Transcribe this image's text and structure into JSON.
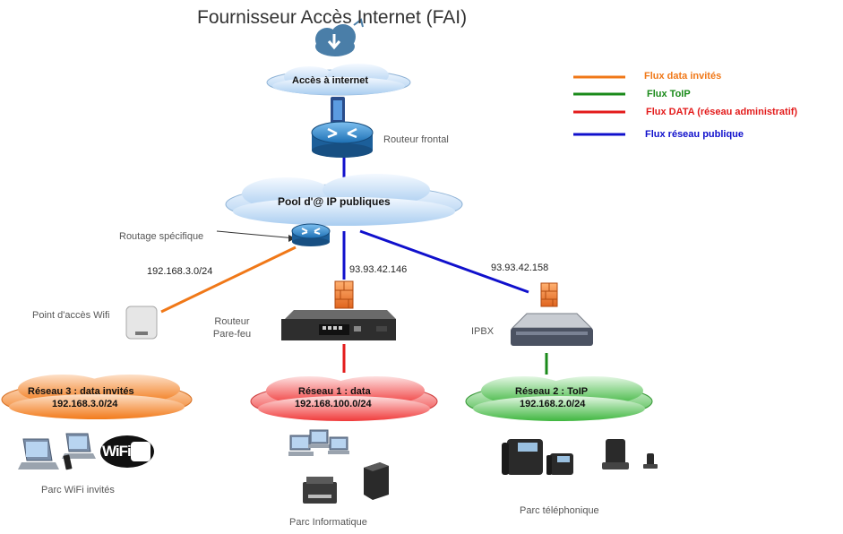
{
  "title": "Fournisseur Accès Internet (FAI)",
  "clouds": {
    "internet": "Accès à internet",
    "pool": "Pool d'@ IP publiques",
    "reseau3_line1": "Réseau 3 : data invités",
    "reseau3_line2": "192.168.3.0/24",
    "reseau1_line1": "Réseau 1 : data",
    "reseau1_line2": "192.168.100.0/24",
    "reseau2_line1": "Réseau 2 : ToIP",
    "reseau2_line2": "192.168.2.0/24"
  },
  "labels": {
    "routeur_frontal": "Routeur frontal",
    "routage_specifique": "Routage spécifique",
    "point_acces_wifi": "Point d'accès Wifi",
    "routeur_parefeu_1": "Routeur",
    "routeur_parefeu_2": "Pare-feu",
    "ipbx": "IPBX",
    "parc_wifi": "Parc WiFi invités",
    "parc_info": "Parc Informatique",
    "parc_tel": "Parc téléphonique",
    "wifi_logo": "WiFi"
  },
  "links": {
    "ip_wifi": "192.168.3.0/24",
    "ip_firewall": "93.93.42.146",
    "ip_ipbx": "93.93.42.158"
  },
  "legend": [
    {
      "label": "Flux data invités",
      "color": "#f07818"
    },
    {
      "label": "Flux ToIP",
      "color": "#1a8a1a"
    },
    {
      "label": "Flux DATA (réseau administratif)",
      "color": "#e31b1b"
    },
    {
      "label": "Flux réseau publique",
      "color": "#1010cc"
    }
  ]
}
